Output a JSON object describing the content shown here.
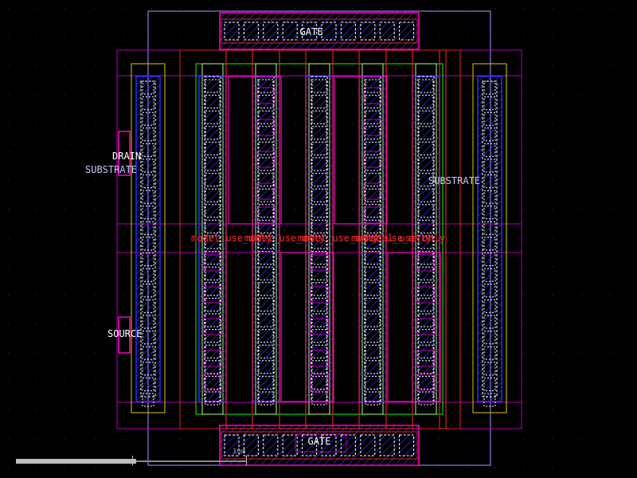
{
  "labels": {
    "gate_top": "GATE",
    "gate_bottom": "GATE",
    "drain": "DRAIN",
    "substrate_left": "SUBSTRATE",
    "substrate_right": "SUBSTRATE",
    "source": "SOURCE",
    "model_use_only": "model_use_only",
    "scale": "1um"
  },
  "structure": {
    "finger_count": 5,
    "diffusion_column_count": 6,
    "tap_column_count": 2,
    "model_label_count": 5
  },
  "scale_bar": {
    "filled_fraction": 0.52
  },
  "colors": {
    "background": "#000000",
    "dot_grid": "#3a3a3a",
    "blue": "#2a2aff",
    "hatch_blue": "#3434ff",
    "red": "#e02020",
    "magenta": "#ff00cc",
    "purple": "#b400b4",
    "yellow": "#d8d000",
    "green": "#00ff00",
    "light_green": "#b0ff80",
    "outline": "#9aa0ff",
    "contact": "#ffffff",
    "label_white": "#ffffff",
    "label_blue": "#c0c8ff",
    "label_red": "#ff2a2a"
  }
}
